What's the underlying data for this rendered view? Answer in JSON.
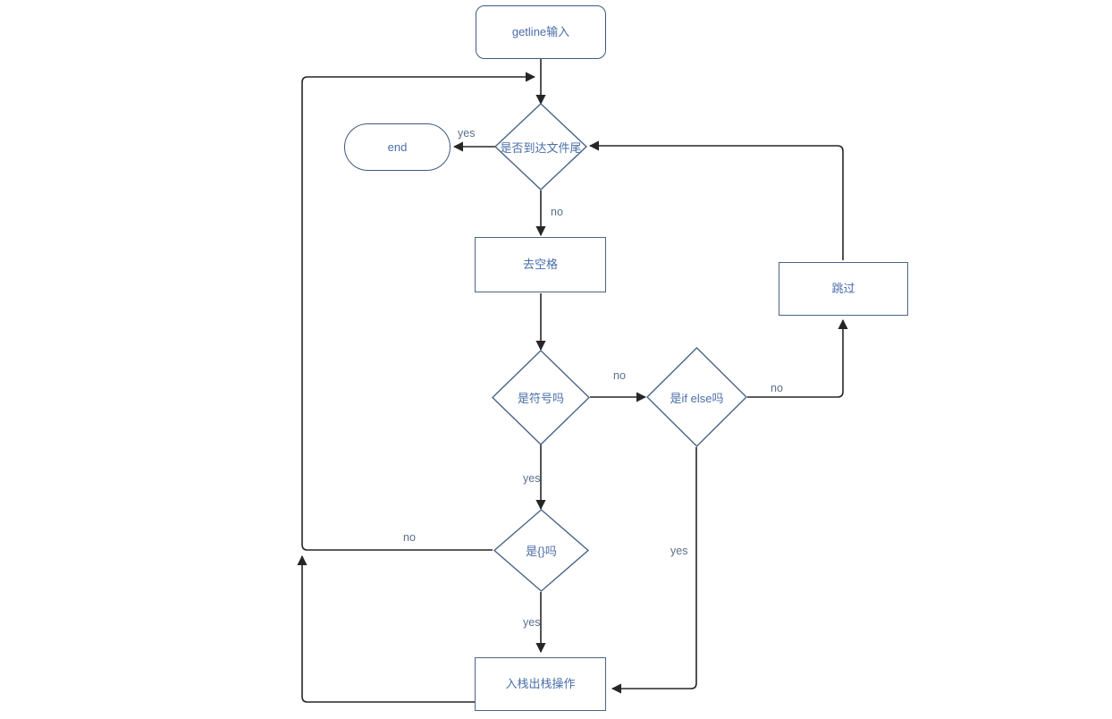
{
  "diagram": {
    "title": "flowchart",
    "colors": {
      "node_border": "#4a6585",
      "node_border_round": "#3d5a80",
      "node_text": "#4a6ea9",
      "edge_line": "#262626",
      "edge_label_text": "#5a6f8c",
      "background": "#ffffff"
    },
    "nodes": [
      {
        "id": "getline",
        "shape": "rounded",
        "label": "getline输入"
      },
      {
        "id": "eof",
        "shape": "diamond",
        "label": "是否到达文件尾"
      },
      {
        "id": "end",
        "shape": "stadium",
        "label": "end"
      },
      {
        "id": "trim",
        "shape": "rect",
        "label": "去空格"
      },
      {
        "id": "issymbol",
        "shape": "diamond",
        "label": "是符号吗"
      },
      {
        "id": "ifelse",
        "shape": "diamond",
        "label": "是if else吗"
      },
      {
        "id": "skip",
        "shape": "rect",
        "label": "跳过"
      },
      {
        "id": "isbrace",
        "shape": "diamond",
        "label": "是{}吗"
      },
      {
        "id": "stack",
        "shape": "rect",
        "label": "入栈出栈操作"
      }
    ],
    "edges": [
      {
        "id": "e-getline-eof",
        "from": "getline",
        "to": "eof",
        "label": ""
      },
      {
        "id": "e-eof-end",
        "from": "eof",
        "to": "end",
        "label": "yes"
      },
      {
        "id": "e-eof-trim",
        "from": "eof",
        "to": "trim",
        "label": "no"
      },
      {
        "id": "e-trim-issymbol",
        "from": "trim",
        "to": "issymbol",
        "label": ""
      },
      {
        "id": "e-issymbol-ifelse",
        "from": "issymbol",
        "to": "ifelse",
        "label": "no"
      },
      {
        "id": "e-issymbol-brace",
        "from": "issymbol",
        "to": "isbrace",
        "label": "yes"
      },
      {
        "id": "e-ifelse-skip",
        "from": "ifelse",
        "to": "skip",
        "label": "no"
      },
      {
        "id": "e-ifelse-stack",
        "from": "ifelse",
        "to": "stack",
        "label": "yes"
      },
      {
        "id": "e-skip-eof",
        "from": "skip",
        "to": "eof",
        "label": ""
      },
      {
        "id": "e-brace-loop",
        "from": "isbrace",
        "to": "getline",
        "label": "no"
      },
      {
        "id": "e-brace-stack",
        "from": "isbrace",
        "to": "stack",
        "label": "yes"
      },
      {
        "id": "e-stack-loop",
        "from": "stack",
        "to": "getline",
        "label": ""
      }
    ]
  }
}
